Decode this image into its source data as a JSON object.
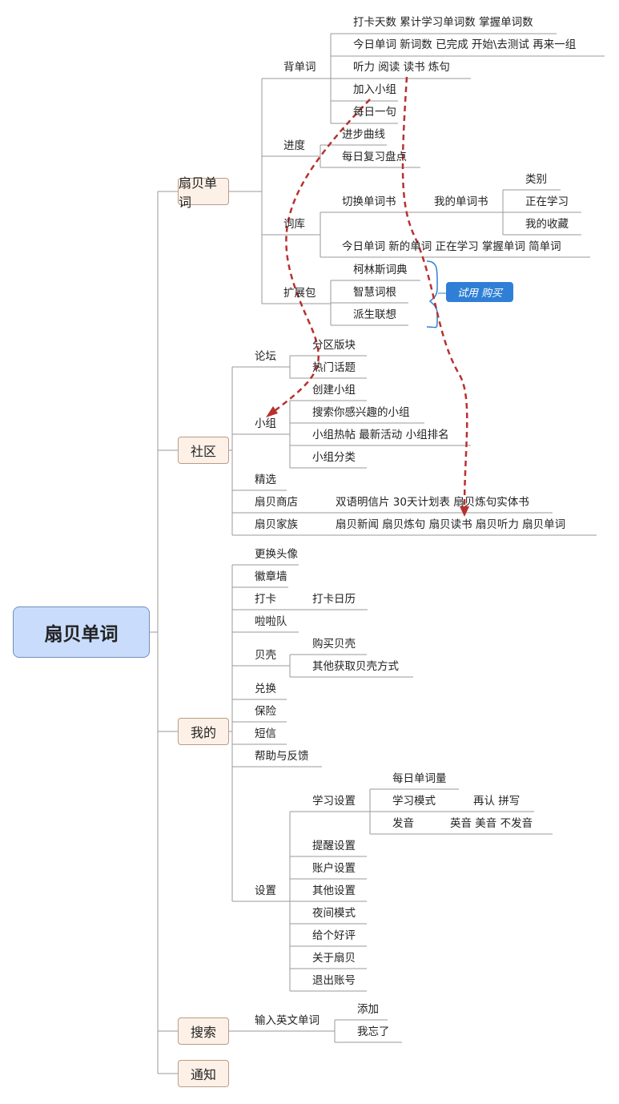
{
  "root": "扇贝单词",
  "branches": {
    "words": {
      "label": "扇贝单词",
      "recite": {
        "label": "背单词",
        "item1": "打卡天数  累计学习单词数  掌握单词数",
        "item2": "今日单词  新词数  已完成  开始\\去测试  再来一组",
        "item3": "听力  阅读  读书  炼句",
        "item4": "加入小组",
        "item5": "每日一句"
      },
      "progress": {
        "label": "进度",
        "item1": "进步曲线",
        "item2": "每日复习盘点"
      },
      "lexicon": {
        "label": "词库",
        "switch": "切换单词书",
        "mybook": "我的单词书",
        "category": "类别",
        "learning": "正在学习",
        "favorites": "我的收藏",
        "stats": "今日单词  新的单词  正在学习  掌握单词  简单词"
      },
      "expansion": {
        "label": "扩展包",
        "item1": "柯林斯词典",
        "item2": "智慧词根",
        "item3": "派生联想",
        "callout": "试用  购买"
      }
    },
    "community": {
      "label": "社区",
      "forum": {
        "label": "论坛",
        "item1": "分区版块",
        "item2": "热门话题"
      },
      "group": {
        "label": "小组",
        "item1": "创建小组",
        "item2": "搜索你感兴趣的小组",
        "item3": "小组热帖  最新活动  小组排名",
        "item4": "小组分类"
      },
      "featured": "精选",
      "shop": {
        "label": "扇贝商店",
        "items": "双语明信片  30天计划表  扇贝炼句实体书"
      },
      "family": {
        "label": "扇贝家族",
        "items": "扇贝新闻  扇贝炼句  扇贝读书  扇贝听力  扇贝单词"
      }
    },
    "mine": {
      "label": "我的",
      "avatar": "更换头像",
      "badges": "徽章墙",
      "checkin": {
        "label": "打卡",
        "item1": "打卡日历"
      },
      "cheer": "啦啦队",
      "shells": {
        "label": "贝壳",
        "item1": "购买贝壳",
        "item2": "其他获取贝壳方式"
      },
      "exchange": "兑换",
      "insurance": "保险",
      "sms": "短信",
      "help": "帮助与反馈",
      "settings": {
        "label": "设置",
        "study": "学习设置",
        "daily": "每日单词量",
        "mode": "学习模式",
        "mode_opts": "再认  拼写",
        "pron": "发音",
        "pron_opts": "英音  美音  不发音",
        "reminder": "提醒设置",
        "account": "账户设置",
        "other": "其他设置",
        "night": "夜间模式",
        "rate": "给个好评",
        "about": "关于扇贝",
        "logout": "退出账号"
      }
    },
    "search": {
      "label": "搜索",
      "input": "输入英文单词",
      "add": "添加",
      "forgot": "我忘了"
    },
    "notify": {
      "label": "通知"
    }
  },
  "colors": {
    "root_fill": "#c9dcfb",
    "main_fill": "#fdf1e7",
    "arrow": "#b8312f",
    "callout": "#2f7fd6",
    "brace": "#2f7fd6"
  }
}
